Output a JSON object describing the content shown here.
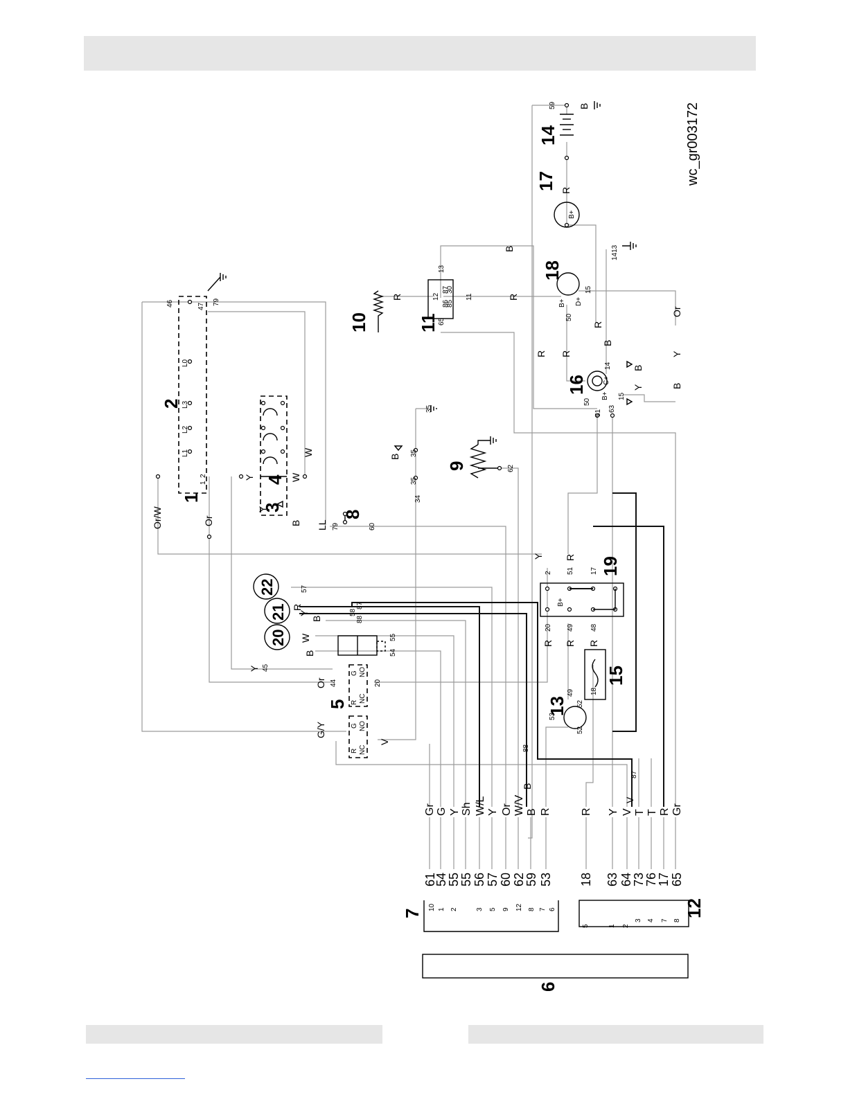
{
  "figure_id": "wc_gr003172",
  "components": {
    "c1": "1",
    "c2": "2",
    "c3": "3",
    "c4": "4",
    "c5": "5",
    "c6": "6",
    "c7": "7",
    "c8": "8",
    "c9": "9",
    "c10": "10",
    "c11": "11",
    "c12": "12",
    "c13": "13",
    "c14": "14",
    "c15": "15",
    "c16": "16",
    "c17": "17",
    "c18": "18",
    "c19": "19",
    "c20": "20",
    "c21": "21",
    "c22": "22"
  },
  "wire_labels": {
    "orw": "Or/W",
    "or_top": "Or",
    "y_3": "Y",
    "b_3": "B",
    "y_4": "Y",
    "w_4": "W",
    "w_2": "W",
    "ll": "LL",
    "b_35": "B",
    "r_10": "R",
    "r_11": "R",
    "b_top": "B",
    "r_14": "R",
    "b_14": "B",
    "r_16a": "R",
    "r_16b": "R",
    "r_16c": "R",
    "b_16a": "B",
    "or_16": "Or",
    "y_16": "Y",
    "b_16b": "B",
    "y_16b": "Y",
    "b_16c": "B",
    "y_19": "Y",
    "r_19": "R",
    "r_21": "R",
    "y_21": "Y",
    "b_21": "B",
    "w_20": "W",
    "b_20": "B",
    "y_5": "Y",
    "or_5": "Or",
    "gy": "G/Y",
    "v_5": "V",
    "r_20a": "R",
    "r_49": "R",
    "r_48": "R",
    "b_88": "B",
    "v_87": "V"
  },
  "wire_numbers": {
    "n46": "46",
    "n47": "47",
    "n79a": "79",
    "n79b": "79",
    "n60a": "60",
    "n34": "34",
    "n35a": "35",
    "n35b": "35",
    "n35c": "35",
    "n62a": "62",
    "n12": "12",
    "n11": "11",
    "n13": "13",
    "n65a": "65",
    "n30": "30",
    "n85": "85",
    "n86": "86",
    "n87r": "87",
    "n59a": "59",
    "n1413": "1413",
    "n15a": "15",
    "n50a": "50",
    "n14a": "14",
    "n50b": "50",
    "n51a": "51",
    "n63a": "63",
    "n15b": "15",
    "n2": "2",
    "n51b": "51",
    "n17a": "17",
    "n20": "20",
    "n49a": "49",
    "n48": "48",
    "n57a": "57",
    "n58": "58",
    "n87a": "87",
    "n88a": "88",
    "n55a": "55",
    "n54a": "54",
    "n45": "45",
    "n44": "44",
    "n20b": "20",
    "n49b": "49",
    "n52a": "52",
    "n53a": "53",
    "n52b": "52",
    "n18a": "18",
    "n88b": "88",
    "n87b": "87"
  },
  "pin_codes": {
    "l0": "L0",
    "l1": "L1",
    "l2": "L2",
    "l3": "L3",
    "bplus18": "B+",
    "dminus": "D+",
    "bplus17": "B+",
    "cplus": "C+",
    "bplus16": "B+",
    "bplus19": "B+",
    "r1": "R",
    "r2": "R",
    "g1": "G",
    "g2": "G",
    "no1": "NO",
    "no2": "NO",
    "nc1": "NC",
    "nc2": "NC",
    "t1": "1",
    "t2": "2"
  },
  "connector7": {
    "colors": [
      "Gr",
      "G",
      "Y",
      "Sh",
      "W/L",
      "Y",
      "Or",
      "W/V",
      "B",
      "R"
    ],
    "wires": [
      "61",
      "54",
      "55",
      "55",
      "56",
      "57",
      "60",
      "62",
      "59",
      "53"
    ],
    "pins": [
      "10",
      "1",
      "2",
      "",
      "3",
      "5",
      "9",
      "12",
      "8",
      "7",
      "6"
    ]
  },
  "connector12": {
    "colors": [
      "R",
      "Y",
      "V",
      "T",
      "T",
      "R",
      "Gr"
    ],
    "wires": [
      "18",
      "63",
      "64",
      "73",
      "76",
      "17",
      "65"
    ],
    "pins": [
      "5",
      "1",
      "2",
      "3",
      "4",
      "7",
      "8"
    ]
  }
}
